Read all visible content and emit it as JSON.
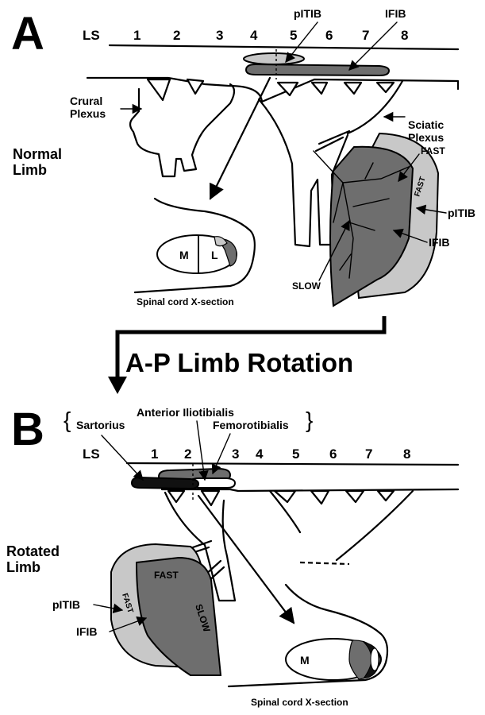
{
  "colors": {
    "light_gray": "#c8c8c8",
    "dark_gray": "#6e6e6e",
    "black": "#111111",
    "white": "#ffffff"
  },
  "panel_a": {
    "letter": "A",
    "ls": "LS",
    "segments": [
      "1",
      "2",
      "3",
      "4",
      "5",
      "6",
      "7",
      "8"
    ],
    "labels": {
      "pitib": "pITIB",
      "ifib": "IFIB",
      "crural": "Crural",
      "crural_plexus": "Plexus",
      "sciatic": "Sciatic",
      "sciatic_plexus": "Plexus",
      "normal": "Normal",
      "limb": "Limb",
      "fast_top": "FAST",
      "fast_inner": "FAST",
      "pitib_muscle": "pITIB",
      "ifib_muscle": "IFIB",
      "slow": "SLOW",
      "m": "M",
      "l": "L",
      "cord_caption": "Spinal cord X-section"
    }
  },
  "rotation": {
    "title": "A-P Limb Rotation"
  },
  "panel_b": {
    "letter": "B",
    "ls": "LS",
    "segments": [
      "1",
      "2",
      "3",
      "4",
      "5",
      "6",
      "7",
      "8"
    ],
    "brace_open": "{",
    "brace_close": "}",
    "labels": {
      "sartorius": "Sartorius",
      "anterior_iliotibialis": "Anterior Iliotibialis",
      "femorotibialis": "Femorotibialis",
      "rotated": "Rotated",
      "limb": "Limb",
      "fast_outer": "FAST",
      "fast_inner": "FAST",
      "slow": "SLOW",
      "pitib": "pITIB",
      "ifib": "IFIB",
      "m": "M",
      "cord_caption": "Spinal cord X-section"
    }
  }
}
